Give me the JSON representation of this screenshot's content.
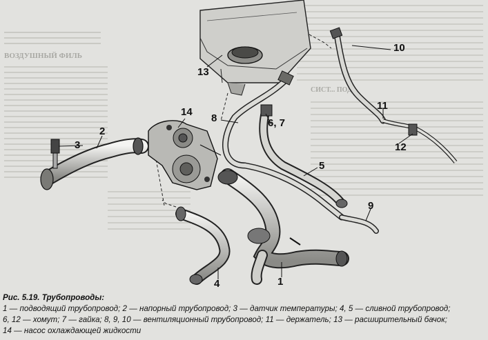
{
  "figure": {
    "labels": {
      "n1": "1",
      "n2": "2",
      "n3": "3",
      "n4": "4",
      "n5": "5",
      "n67": "6, 7",
      "n8": "8",
      "n9": "9",
      "n10": "10",
      "n11": "11",
      "n12": "12",
      "n13": "13",
      "n14": "14"
    },
    "background_text": {
      "heading_left": "ВОЗДУШНЫЙ ФИЛЬ",
      "heading_mid": "СИСТ... ПОД..."
    }
  },
  "caption": {
    "title": "Рис. 5.19. Трубопроводы:",
    "line1": "1 — подводящий трубопровод; 2 — напорный трубопровод; 3 — датчик температуры; 4, 5 — сливной трубопровод;",
    "line2": "6, 12 — хомут; 7 — гайка; 8, 9, 10 — вентиляционный трубопровод; 11 — держатель; 13 — расширительный бачок;",
    "line3": "14 — насос охлаждающей жидкости"
  }
}
